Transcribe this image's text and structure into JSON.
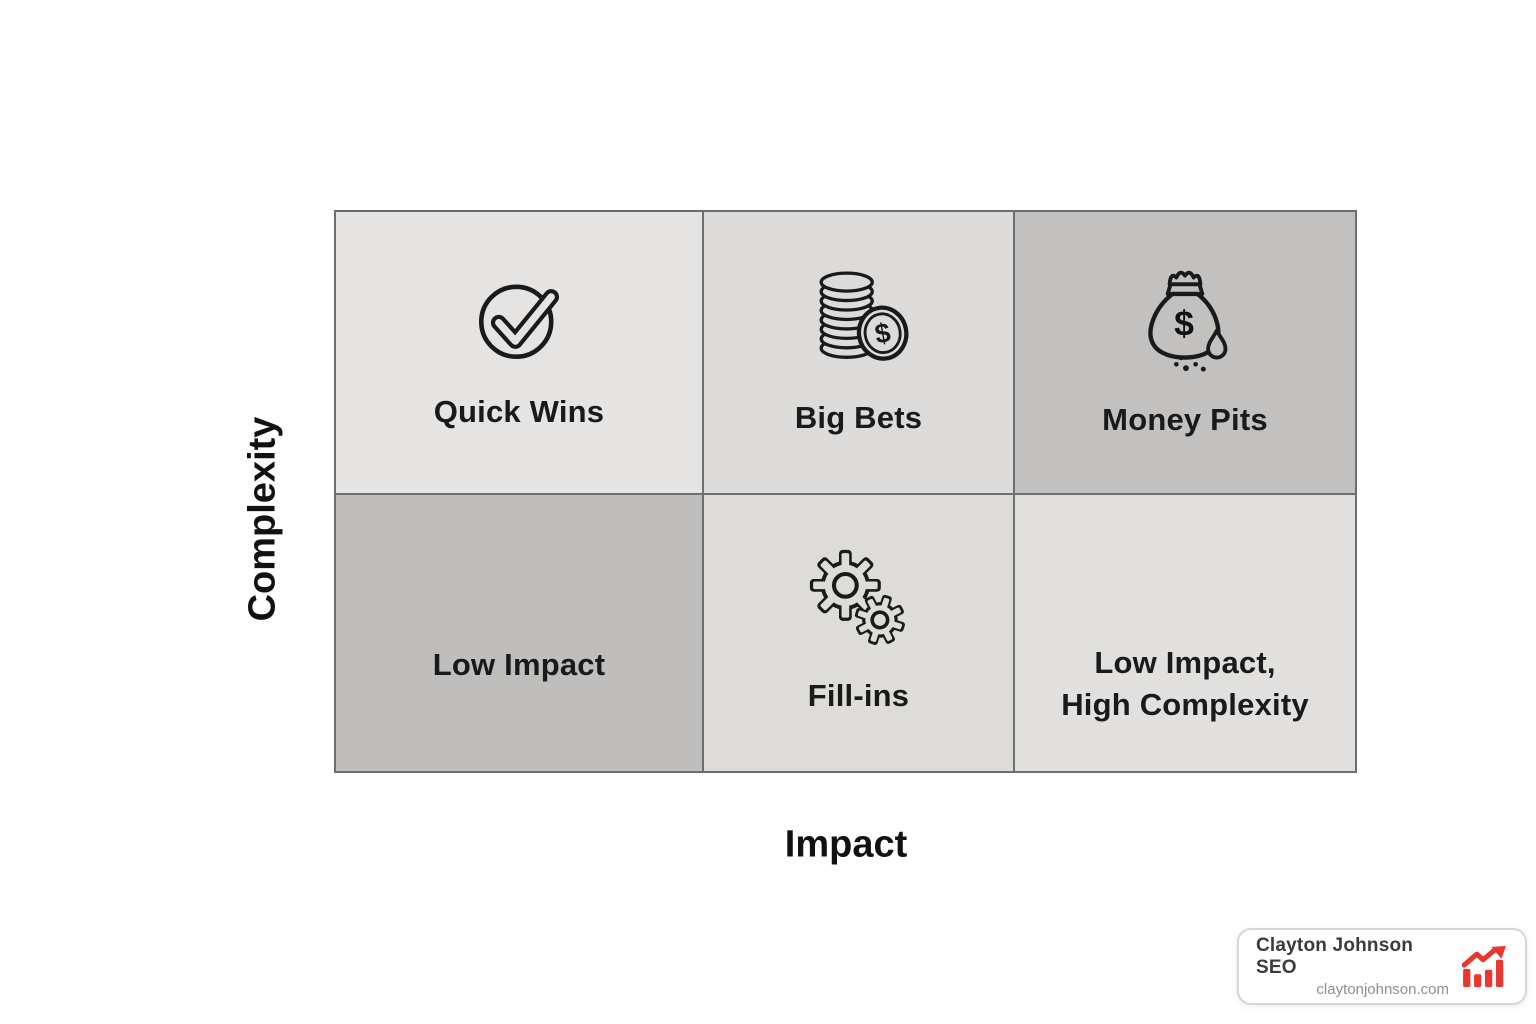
{
  "matrix": {
    "y_axis_label": "Complexity",
    "x_axis_label": "Impact",
    "rows": 2,
    "cols": 3,
    "cells": [
      {
        "id": "quick-wins",
        "label": "Quick Wins",
        "icon": "check-circle-icon",
        "bg": "#e5e4e2"
      },
      {
        "id": "big-bets",
        "label": "Big Bets",
        "icon": "coin-stack-icon",
        "bg": "#dcdbd9"
      },
      {
        "id": "money-pits",
        "label": "Money Pits",
        "icon": "leaking-money-bag-icon",
        "bg": "#c2c1c0"
      },
      {
        "id": "low-impact",
        "label": "Low Impact",
        "icon": null,
        "bg": "#bfbebd"
      },
      {
        "id": "fill-ins",
        "label": "Fill-ins",
        "icon": "gears-icon",
        "bg": "#dedcd9"
      },
      {
        "id": "low-impact-high-complexity",
        "label": "Low Impact,\nHigh Complexity",
        "icon": null,
        "bg": "#e1e0de"
      }
    ]
  },
  "watermark": {
    "title": "Clayton Johnson SEO",
    "url": "claytonjohnson.com",
    "icon": "growth-chart-icon",
    "accent_color": "#e8372f"
  },
  "colors": {
    "grid_line": "#6e6e6e",
    "label_text": "#1a1a1a",
    "page_bg": "#ffffff"
  }
}
